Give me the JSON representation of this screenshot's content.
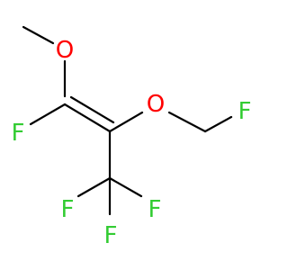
{
  "molecule": {
    "atoms": [
      {
        "id": "o_methoxy",
        "label": "O",
        "color": "#ff0000"
      },
      {
        "id": "f_vinyl",
        "label": "F",
        "color": "#33cc33"
      },
      {
        "id": "o_ether",
        "label": "O",
        "color": "#ff0000"
      },
      {
        "id": "f_fluoromethyl",
        "label": "F",
        "color": "#33cc33"
      },
      {
        "id": "f_cf3_left",
        "label": "F",
        "color": "#33cc33"
      },
      {
        "id": "f_cf3_right",
        "label": "F",
        "color": "#33cc33"
      },
      {
        "id": "f_cf3_bottom",
        "label": "F",
        "color": "#33cc33"
      }
    ],
    "bond_color": "#000000"
  }
}
